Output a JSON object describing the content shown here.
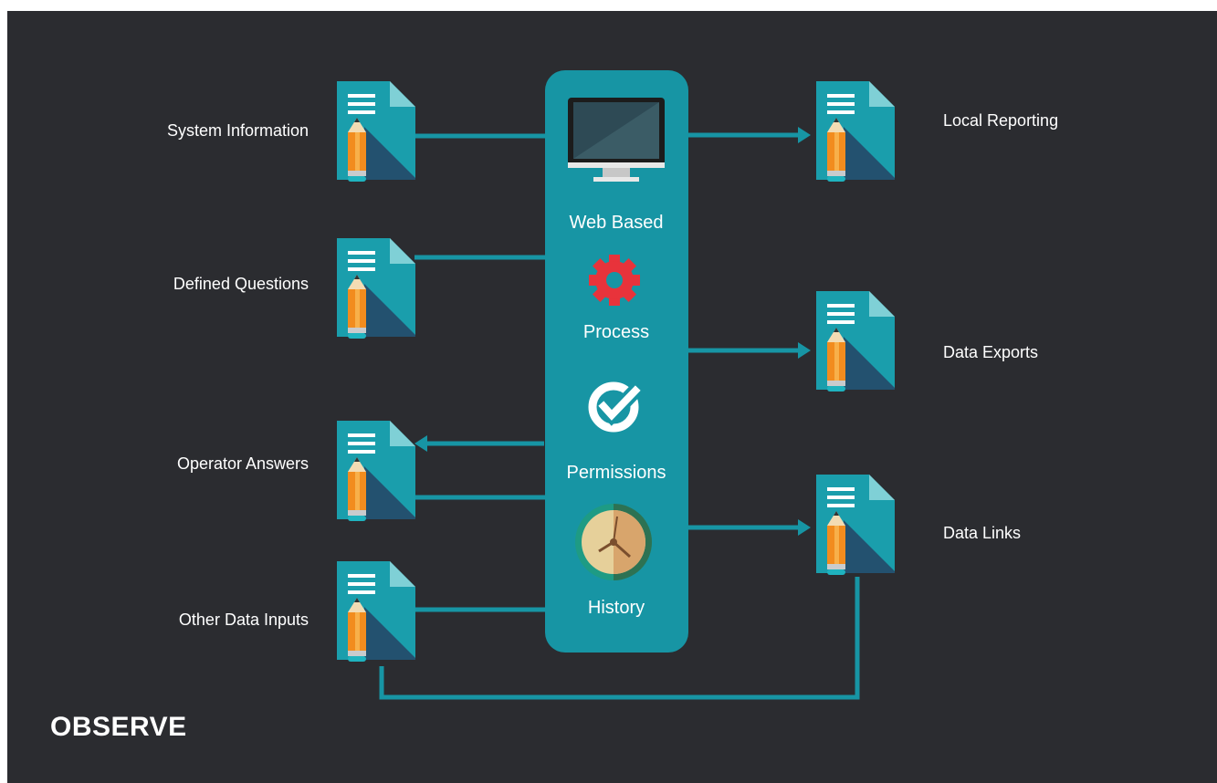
{
  "title": "OBSERVE",
  "inputs": [
    {
      "label": "System Information"
    },
    {
      "label": "Defined Questions"
    },
    {
      "label": "Operator Answers"
    },
    {
      "label": "Other Data Inputs"
    }
  ],
  "outputs": [
    {
      "label": "Local Reporting"
    },
    {
      "label": "Data Exports"
    },
    {
      "label": "Data Links"
    }
  ],
  "center": {
    "items": [
      {
        "label": "Web Based",
        "icon": "monitor-icon"
      },
      {
        "label": "Process",
        "icon": "gear-icon"
      },
      {
        "label": "Permissions",
        "icon": "checkmark-icon"
      },
      {
        "label": "History",
        "icon": "clock-icon"
      }
    ]
  },
  "colors": {
    "background": "#2b2c30",
    "teal": "#1795a4",
    "doc": "#1a9eac",
    "doc_dark": "#23516f",
    "gear": "#e8333b",
    "pencil": "#f28c1e"
  }
}
